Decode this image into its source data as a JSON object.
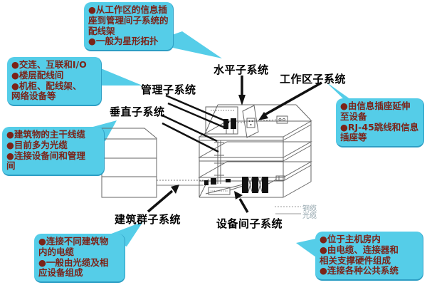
{
  "diagram": {
    "title_context": "综合布线子系统示意图",
    "labels": {
      "horizontal": "水平子系统",
      "work_area": "工作区子系统",
      "management": "管理子系统",
      "vertical": "垂直子系统",
      "campus": "建筑群子系统",
      "equipment_room": "设备间子系统"
    },
    "callouts": {
      "horizontal": "●从工作区的信息插\n座到管理间子系统的\n配线架\n●一般为星形拓扑",
      "management": "●交连、互联和I/O\n●楼层配线间\n●机柜、配线架、\n网络设备等",
      "vertical": "●建筑物的主干线缆\n●目前多为光缆\n●连接设备间和管理\n间",
      "campus": "●连接不同建筑物\n内的电缆\n●一般由光缆及相\n应设备组成",
      "work_area": "●由信息插座延伸\n至设备\n●RJ-45跳线和信息\n插座等",
      "equipment_room": "●位于主机房内\n●由电缆、连接器和\n相关支撑硬件组成\n●连接各种公共系统"
    },
    "legend": {
      "copper": "铜缆",
      "fiber": "光缆"
    },
    "colors": {
      "callout_bg": "#55cde8",
      "callout_text": "#7b2318",
      "legend_text": "#93a5ad",
      "line_color": "#666666",
      "arrow_color": "#111111"
    }
  }
}
